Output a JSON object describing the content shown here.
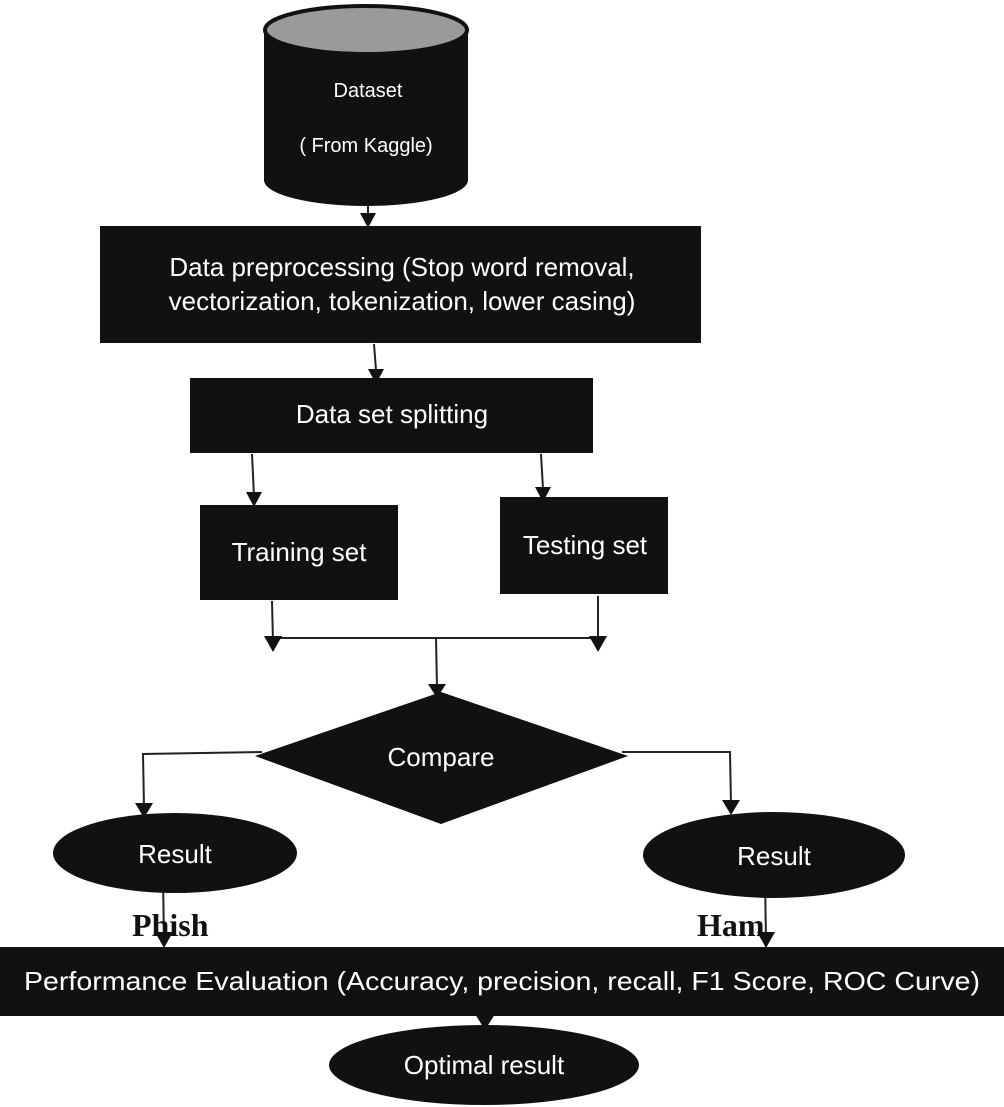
{
  "diagram": {
    "dataset": {
      "line1": "Dataset",
      "line2": "( From Kaggle)"
    },
    "preprocessing": {
      "line1": "Data preprocessing (Stop word removal,",
      "line2": "vectorization, tokenization, lower casing)"
    },
    "splitting": "Data set splitting",
    "training": "Training set",
    "testing": "Testing set",
    "compare": "Compare",
    "result_left": "Result",
    "result_right": "Result",
    "label_left": "Phish",
    "label_right": "Ham",
    "evaluation": "Performance Evaluation (Accuracy, precision, recall, F1 Score, ROC Curve)",
    "optimal": "Optimal result"
  },
  "colors": {
    "node_fill": "#111111",
    "cylinder_top": "#9a9a9a",
    "text": "#ffffff",
    "line": "#222222"
  }
}
